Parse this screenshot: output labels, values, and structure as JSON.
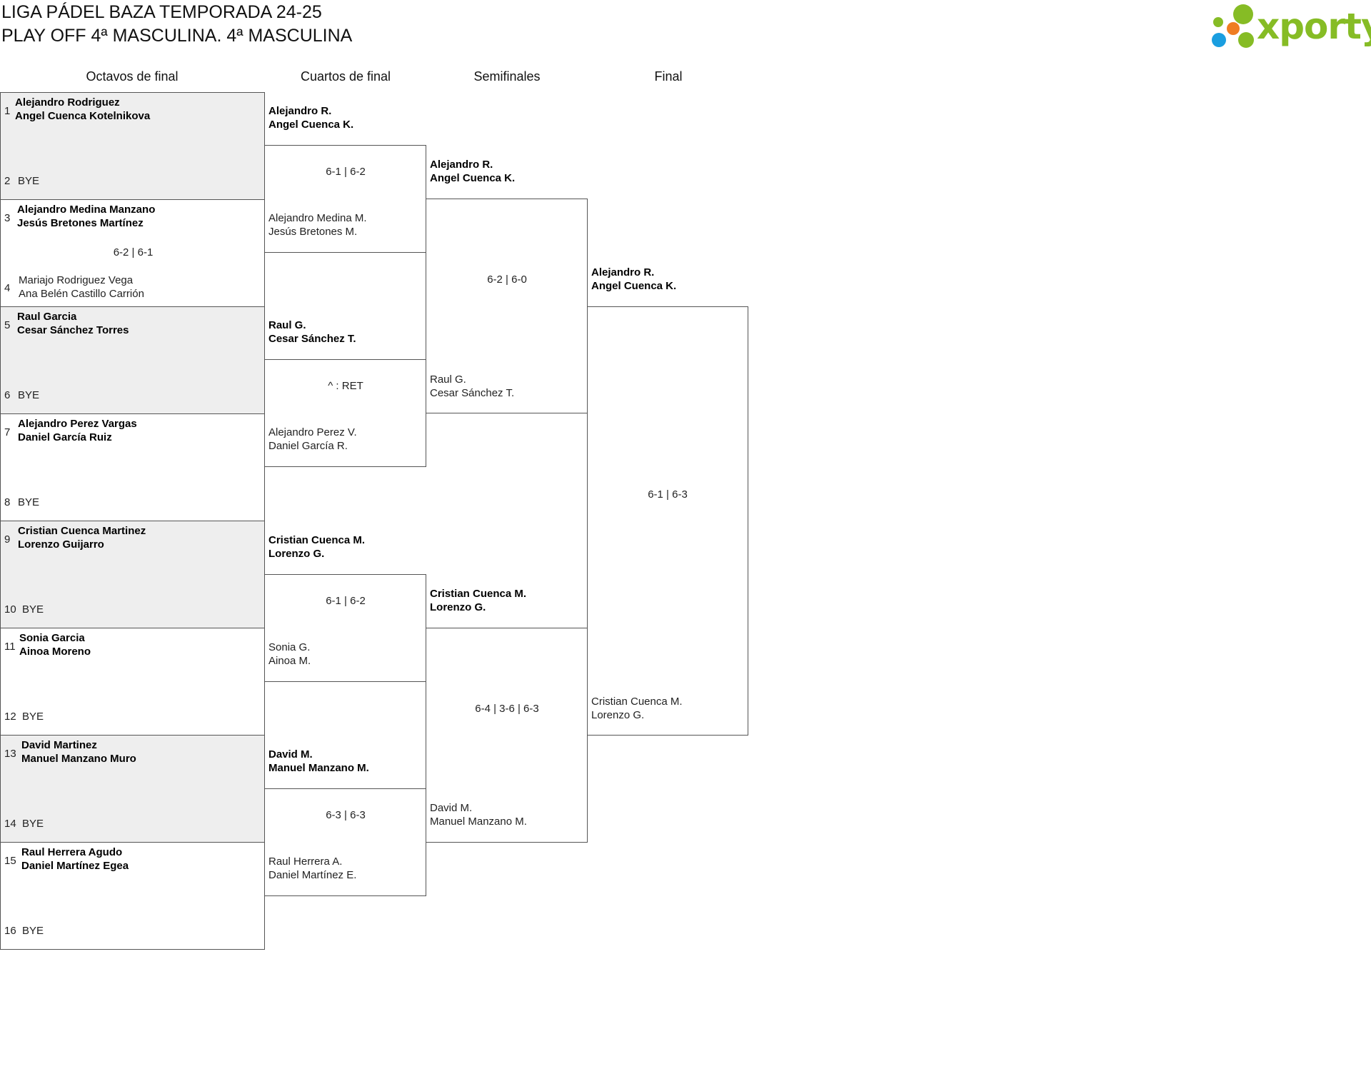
{
  "header": {
    "title_line1": "LIGA PÁDEL BAZA TEMPORADA 24-25",
    "title_line2": "PLAY OFF 4ª MASCULINA. 4ª MASCULINA",
    "logo_text": "xporty"
  },
  "colors": {
    "logo_green": "#86bc25",
    "logo_blue": "#1a9ee0",
    "logo_orange": "#ef7d22",
    "shaded_box": "#eeeeee",
    "border": "#555555"
  },
  "rounds": [
    "Octavos de final",
    "Cuartos de final",
    "Semifinales",
    "Final"
  ],
  "round_of_16": [
    {
      "top_seed": "1",
      "top": [
        "Alejandro Rodriguez",
        "Angel Cuenca Kotelnikova"
      ],
      "bottom_seed": "2",
      "bottom": [
        "BYE"
      ],
      "score": ""
    },
    {
      "top_seed": "3",
      "top": [
        "Alejandro Medina Manzano",
        "Jesús Bretones Martínez"
      ],
      "bottom_seed": "4",
      "bottom": [
        "Mariajo Rodriguez Vega",
        "Ana Belén Castillo Carrión"
      ],
      "score": "6-2 | 6-1"
    },
    {
      "top_seed": "5",
      "top": [
        "Raul Garcia",
        "Cesar Sánchez Torres"
      ],
      "bottom_seed": "6",
      "bottom": [
        "BYE"
      ],
      "score": ""
    },
    {
      "top_seed": "7",
      "top": [
        "Alejandro Perez Vargas",
        "Daniel García Ruiz"
      ],
      "bottom_seed": "8",
      "bottom": [
        "BYE"
      ],
      "score": ""
    },
    {
      "top_seed": "9",
      "top": [
        "Cristian Cuenca Martinez",
        "Lorenzo Guijarro"
      ],
      "bottom_seed": "10",
      "bottom": [
        "BYE"
      ],
      "score": ""
    },
    {
      "top_seed": "11",
      "top": [
        "Sonia Garcia",
        "Ainoa Moreno"
      ],
      "bottom_seed": "12",
      "bottom": [
        "BYE"
      ],
      "score": ""
    },
    {
      "top_seed": "13",
      "top": [
        "David Martinez",
        "Manuel Manzano Muro"
      ],
      "bottom_seed": "14",
      "bottom": [
        "BYE"
      ],
      "score": ""
    },
    {
      "top_seed": "15",
      "top": [
        "Raul Herrera Agudo",
        "Daniel Martínez Egea"
      ],
      "bottom_seed": "16",
      "bottom": [
        "BYE"
      ],
      "score": ""
    }
  ],
  "quarterfinals": [
    {
      "winner": [
        "Alejandro R.",
        "Angel Cuenca K."
      ],
      "loser": [
        "Alejandro Medina M.",
        "Jesús Bretones M."
      ],
      "score": "6-1 | 6-2"
    },
    {
      "winner": [
        "Raul G.",
        "Cesar Sánchez T."
      ],
      "loser": [
        "Alejandro Perez V.",
        "Daniel García R."
      ],
      "score": "^ : RET"
    },
    {
      "winner": [
        "Cristian Cuenca M.",
        "Lorenzo G."
      ],
      "loser": [
        "Sonia G.",
        "Ainoa M."
      ],
      "score": "6-1 | 6-2"
    },
    {
      "winner": [
        "David M.",
        "Manuel Manzano M."
      ],
      "loser": [
        "Raul Herrera A.",
        "Daniel Martínez E."
      ],
      "score": "6-3 | 6-3"
    }
  ],
  "semifinals": [
    {
      "winner": [
        "Alejandro R.",
        "Angel Cuenca K."
      ],
      "loser": [
        "Raul G.",
        "Cesar Sánchez T."
      ],
      "score": "6-2 | 6-0"
    },
    {
      "winner": [
        "Cristian Cuenca M.",
        "Lorenzo G."
      ],
      "loser": [
        "David M.",
        "Manuel Manzano M."
      ],
      "score": "6-4 | 3-6 | 6-3"
    }
  ],
  "final": {
    "winner": [
      "Alejandro R.",
      "Angel Cuenca K."
    ],
    "loser": [
      "Cristian Cuenca M.",
      "Lorenzo G."
    ],
    "score": "6-1 | 6-3"
  }
}
